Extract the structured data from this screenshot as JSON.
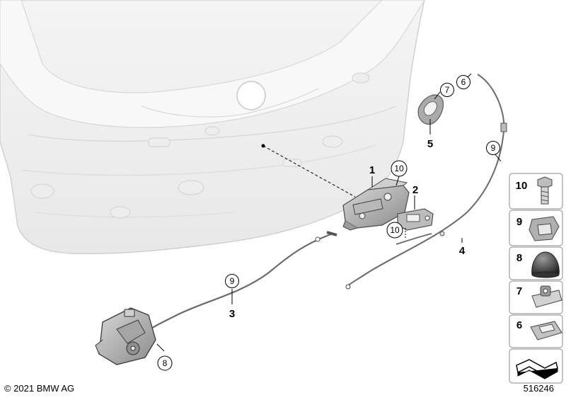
{
  "copyright": "© 2021 BMW AG",
  "diagram_id": "516246",
  "callouts": {
    "c1": "1",
    "c2": "2",
    "c3": "3",
    "c4": "4",
    "c5": "5",
    "c6": "6",
    "c7": "7",
    "c8": "8",
    "c9a": "9",
    "c9b": "9",
    "c10a": "10",
    "c10b": "10"
  },
  "legend": [
    "10",
    "9",
    "8",
    "7",
    "6"
  ]
}
